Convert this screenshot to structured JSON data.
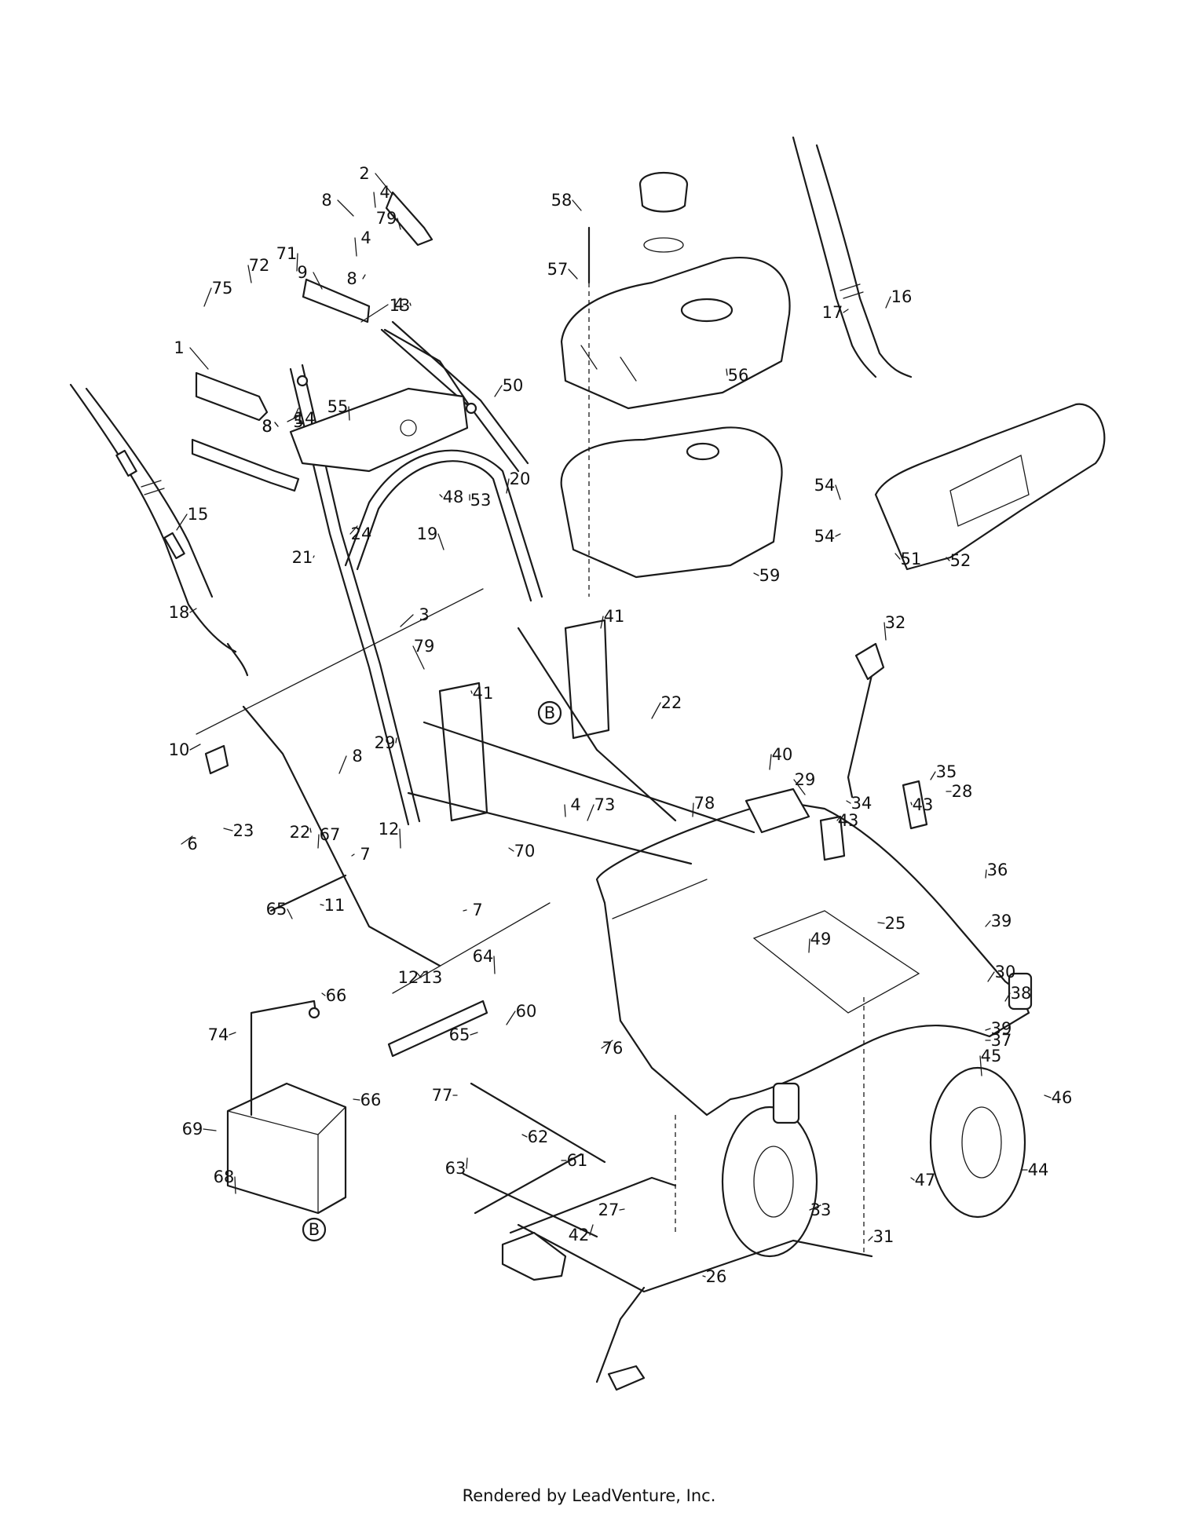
{
  "footer": "Rendered by LeadVenture, Inc.",
  "section_markers": [
    "B",
    "B"
  ],
  "callouts": [
    "1",
    "2",
    "3",
    "4",
    "4",
    "4",
    "4",
    "5",
    "6",
    "7",
    "7",
    "8",
    "8",
    "8",
    "8",
    "8",
    "9",
    "10",
    "11",
    "12",
    "12",
    "13",
    "13",
    "14",
    "15",
    "16",
    "17",
    "18",
    "19",
    "20",
    "21",
    "22",
    "22",
    "23",
    "24",
    "25",
    "26",
    "27",
    "28",
    "29",
    "29",
    "30",
    "31",
    "32",
    "33",
    "34",
    "35",
    "36",
    "37",
    "38",
    "39",
    "39",
    "40",
    "41",
    "41",
    "42",
    "43",
    "43",
    "44",
    "45",
    "46",
    "47",
    "48",
    "49",
    "50",
    "51",
    "52",
    "53",
    "54",
    "54",
    "55",
    "56",
    "57",
    "58",
    "59",
    "60",
    "61",
    "62",
    "63",
    "64",
    "65",
    "65",
    "66",
    "66",
    "67",
    "68",
    "69",
    "70",
    "71",
    "72",
    "73",
    "74",
    "75",
    "76",
    "77",
    "78",
    "79",
    "79"
  ]
}
